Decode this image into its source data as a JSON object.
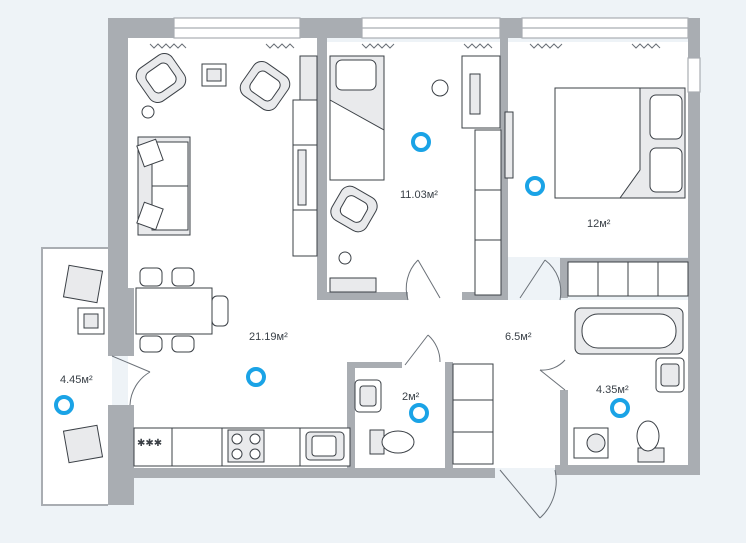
{
  "rooms": {
    "bedroom_small": {
      "area": "11.03м²"
    },
    "bedroom_master": {
      "area": "12м²"
    },
    "living_kitchen": {
      "area": "21.19м²"
    },
    "hallway": {
      "area": "6.5м²"
    },
    "balcony": {
      "area": "4.45м²"
    },
    "wc": {
      "area": "2м²"
    },
    "bathroom": {
      "area": "4.35м²"
    }
  },
  "colors": {
    "background": "#eef3f7",
    "wall": "#a9adb2",
    "floor": "#ffffff",
    "hotspot": "#1aa3e6",
    "furniture_line": "#3b4046",
    "furniture_fill": "#e9eaec"
  },
  "icons": [
    "armchair-icon",
    "sofa-icon",
    "bed-icon",
    "dining-table-icon",
    "desk-icon",
    "stove-icon",
    "sink-icon",
    "toilet-icon",
    "bathtub-icon",
    "washing-machine-icon",
    "wardrobe-icon",
    "door-icon",
    "window-icon"
  ]
}
